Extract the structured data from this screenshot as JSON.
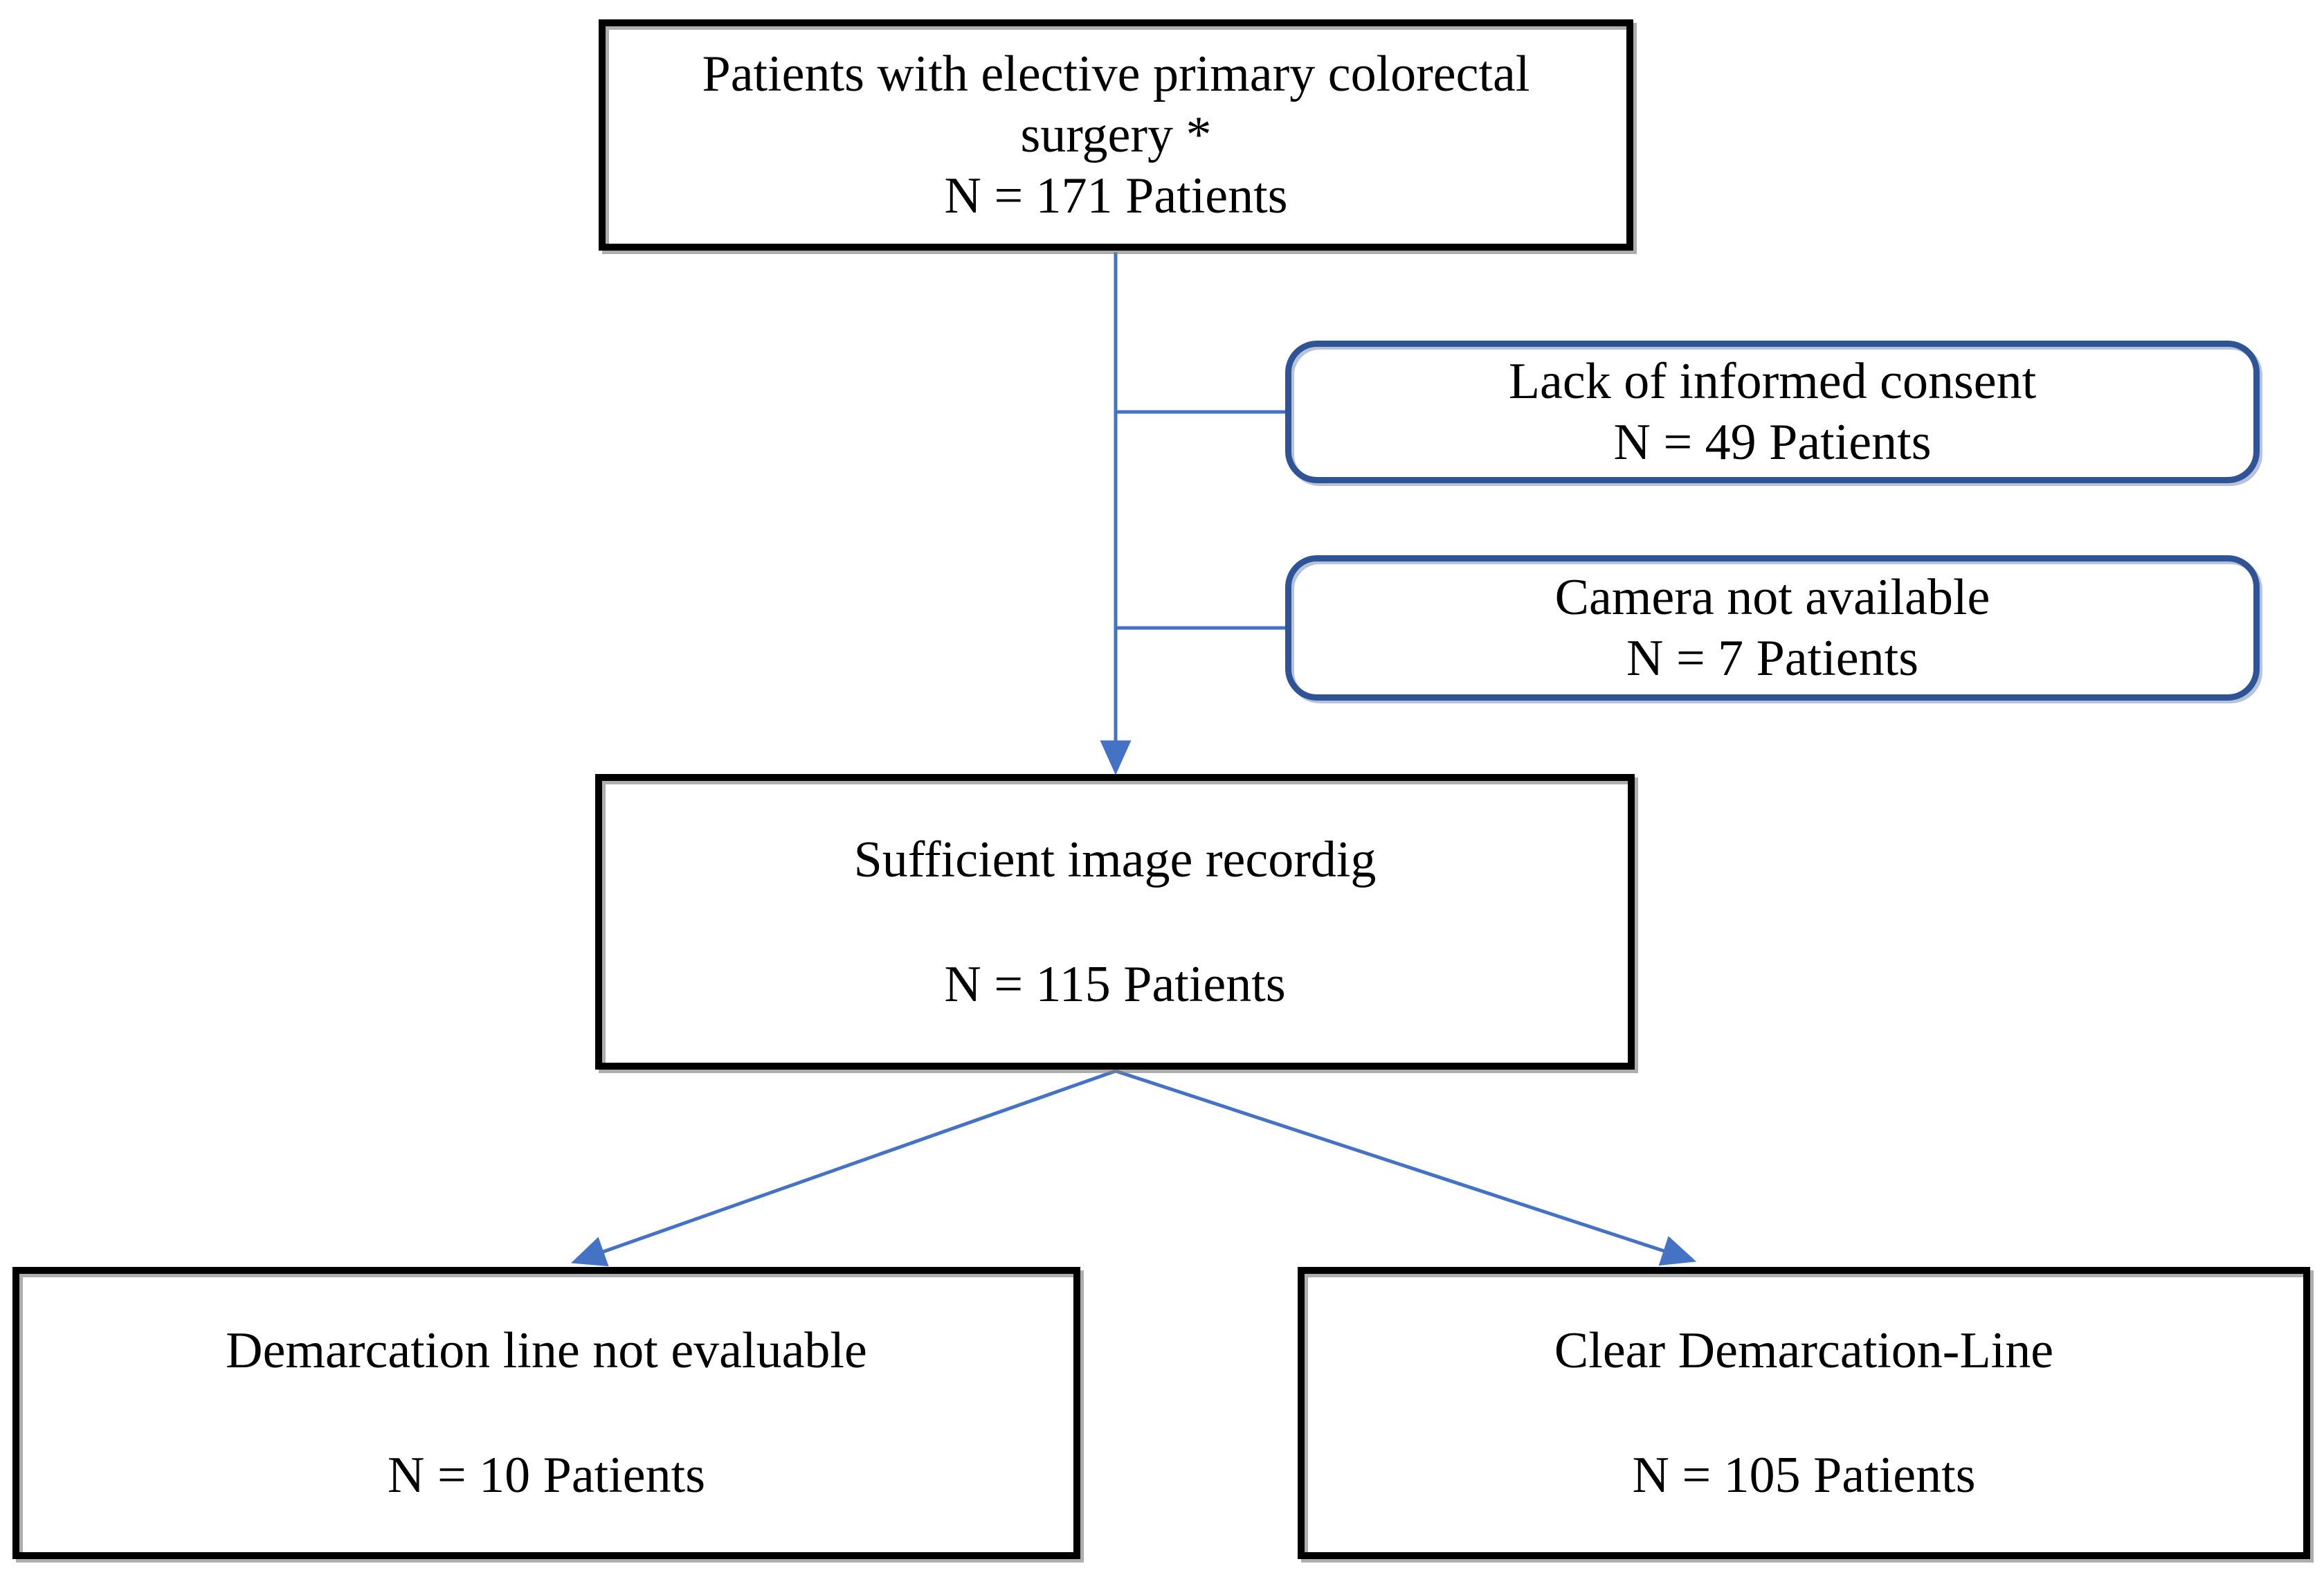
{
  "diagram": {
    "type": "flowchart",
    "nodes": {
      "enrollment": {
        "line1": "Patients with elective primary colorectal",
        "line2": "surgery *",
        "line3": "N = 171 Patients",
        "n": 171
      },
      "lack_of_consent": {
        "line1": "Lack of informed consent",
        "line2": "N = 49 Patients",
        "n": 49
      },
      "camera_not_available": {
        "line1": "Camera not available",
        "line2": "N = 7 Patients",
        "n": 7
      },
      "sufficient_recording": {
        "line1": "Sufficient image recordig",
        "line2": "N = 115 Patients",
        "n": 115
      },
      "not_evaluable": {
        "line1": "Demarcation line not evaluable",
        "line2": "N = 10 Patients",
        "n": 10
      },
      "clear_line": {
        "line1": "Clear Demarcation-Line",
        "line2": "N = 105 Patients",
        "n": 105
      }
    },
    "edges": [
      {
        "from": "enrollment",
        "to": "sufficient_recording",
        "arrow": true
      },
      {
        "from": "enrollment_to_sufficient_line",
        "to": "lack_of_consent",
        "arrow": false
      },
      {
        "from": "enrollment_to_sufficient_line",
        "to": "camera_not_available",
        "arrow": false
      },
      {
        "from": "sufficient_recording",
        "to": "not_evaluable",
        "arrow": true
      },
      {
        "from": "sufficient_recording",
        "to": "clear_line",
        "arrow": true
      }
    ]
  },
  "colors": {
    "connector": "#4472C4",
    "exclusion_border": "#2F5496",
    "main_border": "#000000",
    "text": "#000000",
    "background": "#FFFFFF"
  }
}
